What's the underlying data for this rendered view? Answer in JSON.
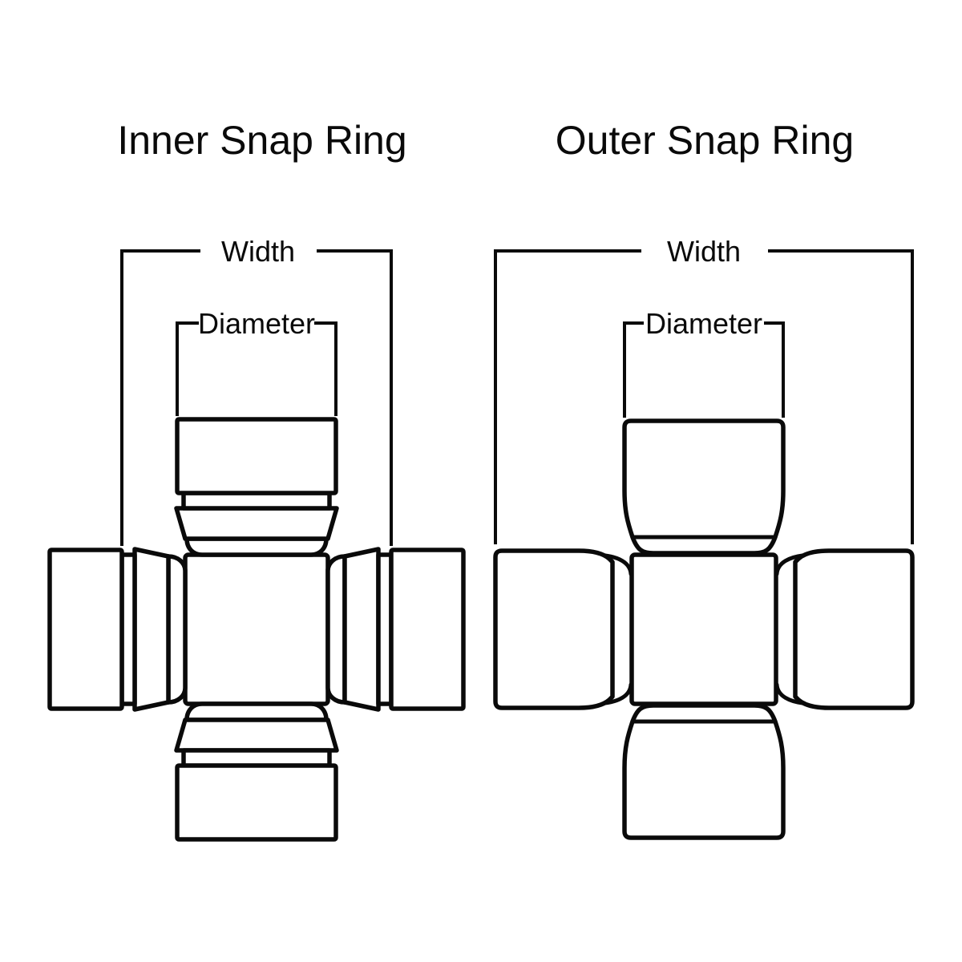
{
  "canvas": {
    "background_color": "#ffffff",
    "line_color": "#0a0a0a",
    "text_color": "#0a0a0a"
  },
  "inner_diagram": {
    "title": "Inner Snap Ring",
    "width_label": "Width",
    "diameter_label": "Diameter"
  },
  "outer_diagram": {
    "title": "Outer Snap Ring",
    "width_label": "Width",
    "diameter_label": "Diameter"
  }
}
